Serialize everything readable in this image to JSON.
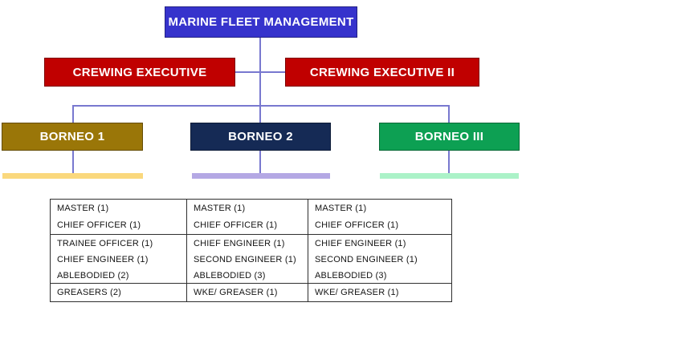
{
  "org_chart": {
    "root": {
      "label": "MARINE FLEET MANAGEMENT",
      "bg": "#3633CC"
    },
    "executives": [
      {
        "label": "CREWING EXECUTIVE",
        "bg": "#C00000"
      },
      {
        "label": "CREWING EXECUTIVE II",
        "bg": "#C00000"
      }
    ],
    "vessels": [
      {
        "label": "BORNEO 1",
        "bg": "#9A7608",
        "underline": "#FAD87D"
      },
      {
        "label": "BORNEO 2",
        "bg": "#152A55",
        "underline": "#B4A8E4"
      },
      {
        "label": "BORNEO III",
        "bg": "#0DA053",
        "underline": "#ABF2C8"
      }
    ],
    "connector_color": "#7878CF"
  },
  "crew_table": {
    "columns": [
      {
        "vessel": "BORNEO 1",
        "groups": [
          [
            "MASTER (1)",
            "CHIEF OFFICER (1)"
          ],
          [
            "TRAINEE OFFICER (1)",
            "CHIEF ENGINEER (1)",
            "ABLEBODIED (2)"
          ],
          [
            "GREASERS (2)"
          ]
        ]
      },
      {
        "vessel": "BORNEO 2",
        "groups": [
          [
            "MASTER (1)",
            "CHIEF OFFICER (1)"
          ],
          [
            "CHIEF ENGINEER (1)",
            "SECOND ENGINEER (1)",
            "ABLEBODIED (3)"
          ],
          [
            "WKE/ GREASER (1)"
          ]
        ]
      },
      {
        "vessel": "BORNEO III",
        "groups": [
          [
            "MASTER (1)",
            "CHIEF OFFICER (1)"
          ],
          [
            "CHIEF ENGINEER (1)",
            "SECOND ENGINEER (1)",
            "ABLEBODIED (3)"
          ],
          [
            "WKE/ GREASER (1)"
          ]
        ]
      }
    ]
  }
}
